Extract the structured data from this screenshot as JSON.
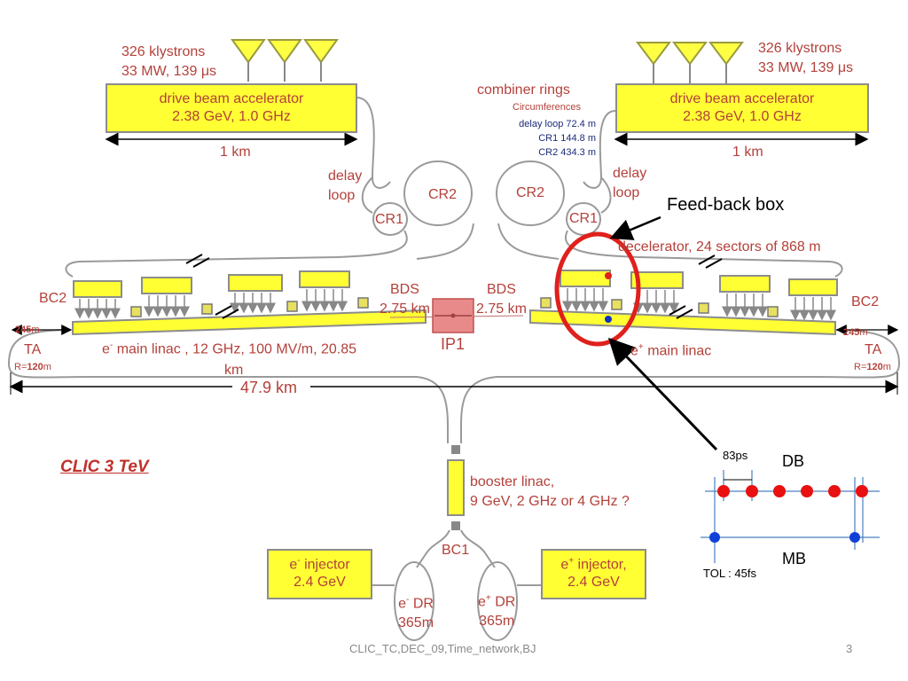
{
  "left": {
    "klystrons_line1": "326 klystrons",
    "klystrons_line2": "33 MW, 139 μs",
    "dba_line1": "drive beam accelerator",
    "dba_line2": "2.38 GeV, 1.0 GHz",
    "length": "1 km",
    "delay_line1": "delay",
    "delay_line2": "loop",
    "cr1": "CR1",
    "cr2": "CR2",
    "bc2": "BC2",
    "ta": "TA",
    "ta_len_value": "245",
    "ta_len_unit": "m",
    "ta_r_prefix": "R=",
    "ta_r_value": "120",
    "ta_r_unit": "m",
    "linac_label": "main linac , 12 GHz, 100 MV/m, 20.85",
    "linac_label_cont": "km",
    "bds_line1": "BDS",
    "bds_line2": "2.75 km"
  },
  "right": {
    "klystrons_line1": "326 klystrons",
    "klystrons_line2": "33 MW, 139 μs",
    "dba_line1": "drive beam accelerator",
    "dba_line2": "2.38 GeV, 1.0 GHz",
    "length": "1 km",
    "delay_line1": "delay",
    "delay_line2": "loop",
    "cr1": "CR1",
    "cr2": "CR2",
    "bc2": "BC2",
    "ta": "TA",
    "ta_len_value": "245",
    "ta_len_unit": "m",
    "ta_r_prefix": "R=",
    "ta_r_value": "120",
    "ta_r_unit": "m",
    "linac_label": "main linac",
    "bds_line1": "BDS",
    "bds_line2": "2.75 km",
    "decelerator": "decelerator, 24 sectors of 868 m"
  },
  "combiner": {
    "title": "combiner rings",
    "subtitle": "Circumferences",
    "delay_loop": "delay loop 72.4 m",
    "cr1": "CR1 144.8 m",
    "cr2": "CR2 434.3 m"
  },
  "ip": "IP1",
  "total_length": "47.9 km",
  "feedback_label": "Feed-back box",
  "clic_label": "CLIC   3 TeV",
  "booster": {
    "line1": "booster linac,",
    "line2": "9 GeV, 2 GHz or 4 GHz ?"
  },
  "bc1": "BC1",
  "e_minus_injector": {
    "line1": "injector",
    "line2": "2.4 GeV"
  },
  "e_plus_injector": {
    "line1": "injector,",
    "line2": "2.4 GeV"
  },
  "e_minus_dr": {
    "line1": "DR",
    "line2": "365m"
  },
  "e_plus_dr": {
    "line1": "DR",
    "line2": "365m"
  },
  "timing": {
    "period": "83ps",
    "db": "DB",
    "mb": "MB",
    "tol": "TOL : 45fs"
  },
  "footer": {
    "source": "CLIC_TC,DEC_09,Time_network,BJ",
    "page": "3"
  },
  "colors": {
    "beamline_fill": "#ffff33",
    "label_red": "#b4403a",
    "highlight": "#e0201c",
    "navy": "#1c2b7a"
  }
}
